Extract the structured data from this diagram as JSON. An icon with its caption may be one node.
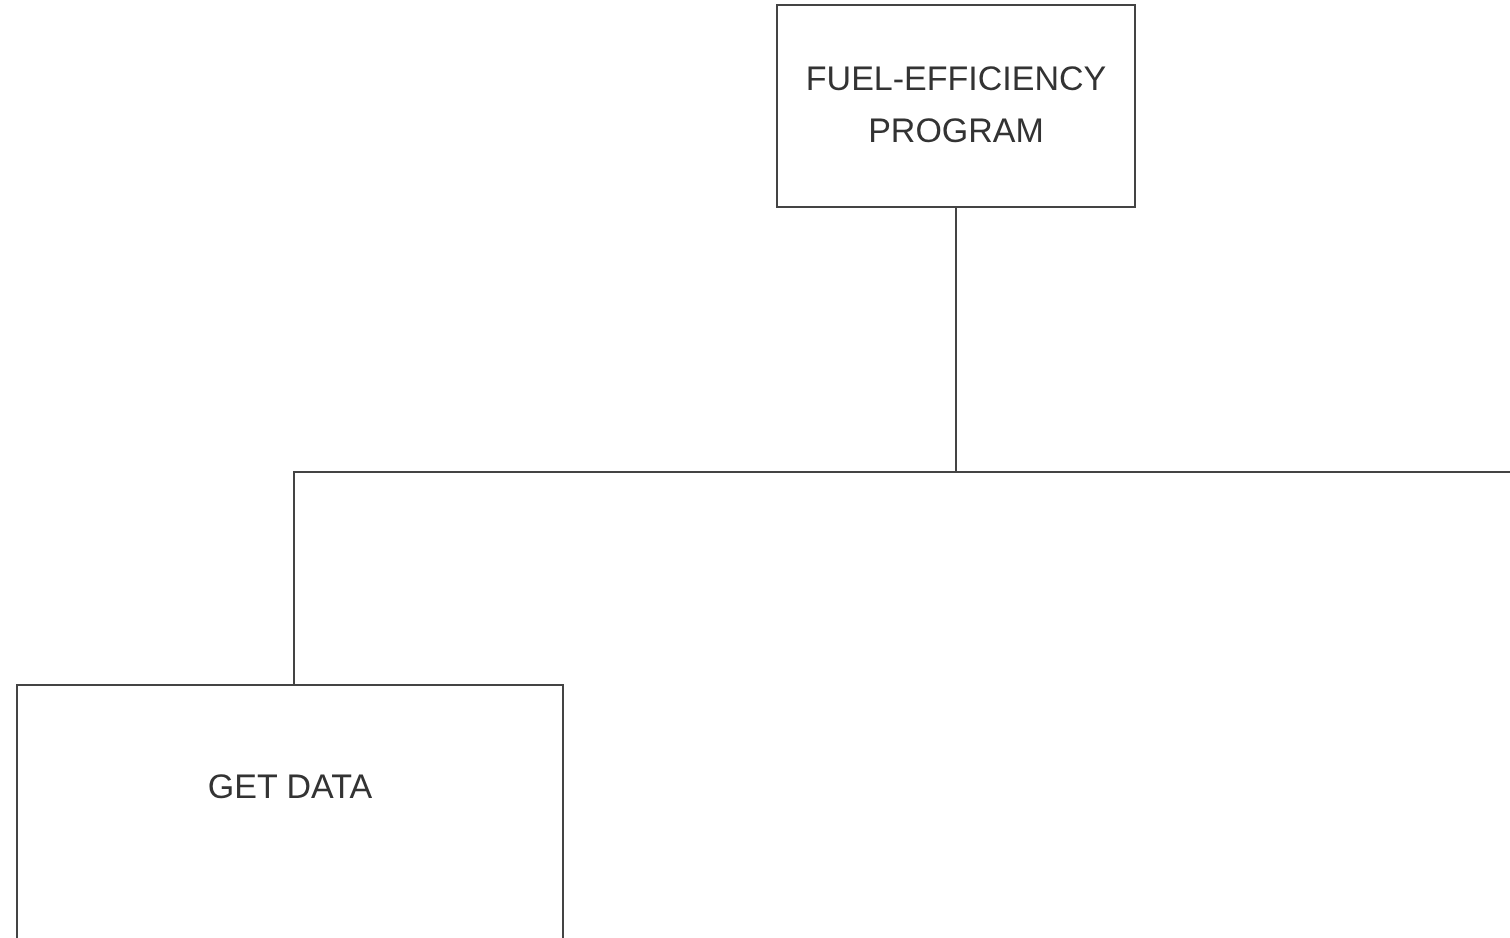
{
  "diagram": {
    "nodes": [
      {
        "text": [
          "FUEL-EFFICIENCY PROGRAM"
        ]
      },
      {
        "text": [
          "GET DATA"
        ]
      }
    ],
    "edges": [
      {
        "from": 0,
        "to": 1,
        "arrow": "none"
      },
      {
        "from": 0,
        "to": null,
        "arrow": "none"
      }
    ]
  }
}
